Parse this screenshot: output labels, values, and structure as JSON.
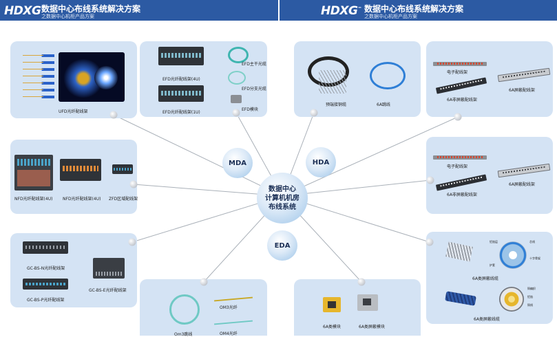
{
  "header_left": {
    "logo": "HDXG",
    "title": "数据中心布线系统解决方案",
    "subtitle": "之数据中心机柜产品方案"
  },
  "header_right": {
    "logo": "HDXG",
    "title": "数据中心布线系统解决方案",
    "subtitle": "之数据中心机柜产品方案"
  },
  "center": {
    "line1": "数据中心",
    "line2": "计算机机房",
    "line3": "布线系统"
  },
  "bubbles": {
    "mda": "MDA",
    "hda": "HDA",
    "eda": "EDA"
  },
  "cards": {
    "ufd": {
      "label": "UFD光纤配线架"
    },
    "efd": {
      "label_4u": "EFD光纤配线架(4U)",
      "label_1u": "EFD光纤配线架(1U)",
      "trunk": "EFD主干光缆",
      "branch": "EFD分支光缆",
      "module": "EFD模块"
    },
    "nfd": {
      "label_nfd4u": "NFD光纤配线架(4U)",
      "label_nfd": "NFD光纤配线架(4U)",
      "label_zfd": "ZFD区域配线架"
    },
    "gc": {
      "label_n": "GC-BS-N光纤配线架",
      "label_p": "GC-BS-P光纤配线架",
      "label_e": "GC-BS-E光纤配线架"
    },
    "om": {
      "om3_jumper": "Om3跳线",
      "om3_fiber": "OM3光纤",
      "om4_fiber": "OM4光纤"
    },
    "hda_cable": {
      "preterm": "预端接铜缆",
      "cat6a": "6A跳线"
    },
    "panel_top": {
      "electronic": "电子配线架",
      "unshielded": "6A非屏蔽配线架",
      "shielded": "6A屏蔽配线架"
    },
    "panel_mid": {
      "electronic": "电子配线架",
      "unshielded": "6A非屏蔽配线架",
      "shielded": "6A屏蔽配线架"
    },
    "modules": {
      "unshielded": "6A类模块",
      "shielded": "6A类屏蔽模块"
    },
    "cables": {
      "shielded_6a": "6A类屏蔽线缆",
      "unshielded_6a": "6A类屏蔽线缆",
      "ann_a": "铝箔层",
      "ann_b": "芯线",
      "ann_c": "护套",
      "ann_d": "十字骨架",
      "ann_e": "铜编织",
      "ann_f": "铝箔",
      "ann_g": "铜线"
    }
  },
  "colors": {
    "header": "#2c5aa3",
    "card": "#d4e3f4",
    "bubble": "#9cc4e8",
    "line": "#a9b0b8"
  }
}
